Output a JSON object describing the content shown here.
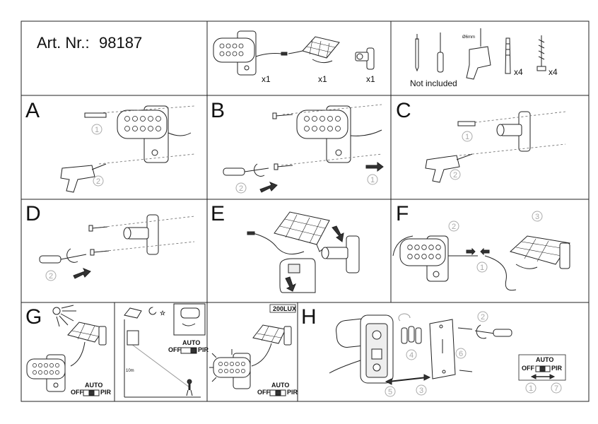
{
  "header": {
    "art_label": "Art. Nr.:",
    "art_number": "98187",
    "parts": [
      {
        "name": "lamp",
        "qty": "x1"
      },
      {
        "name": "solar-panel",
        "qty": "x1"
      },
      {
        "name": "bracket",
        "qty": "x1"
      }
    ],
    "tools": {
      "drill_size": "Ø6mm",
      "not_included": "Not included",
      "plug_qty": "x4",
      "screw_qty": "x4"
    }
  },
  "steps": {
    "A": "A",
    "B": "B",
    "C": "C",
    "D": "D",
    "E": "E",
    "F": "F",
    "G": "G",
    "H": "H"
  },
  "callouts": {
    "one": "1",
    "two": "2",
    "three": "3",
    "four": "4",
    "five": "5",
    "six": "6",
    "seven": "7"
  },
  "switch": {
    "auto": "AUTO",
    "off": "OFF",
    "pir": "PIR"
  },
  "lux": "200LUX",
  "distance": "10m"
}
